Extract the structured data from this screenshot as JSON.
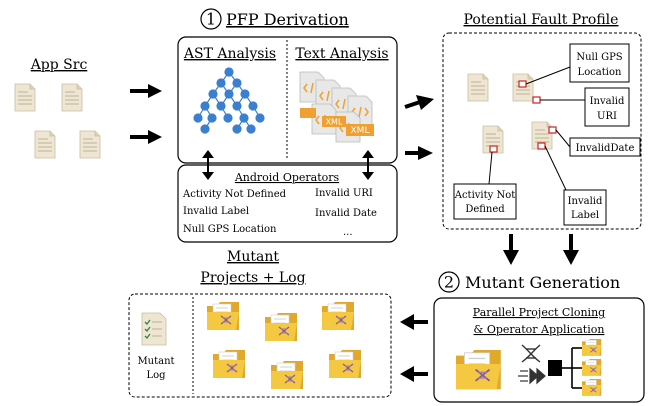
{
  "header": {
    "step1_number": "1",
    "step1_title": "PFP Derivation",
    "profile_title": "Potential Fault Profile",
    "app_src": "App Src"
  },
  "analysis": {
    "ast_label": "AST Analysis",
    "text_label": "Text Analysis",
    "xml_label": "XML"
  },
  "operators": {
    "title": "Android Operators",
    "items": [
      "Activity Not Defined",
      "Invalid URI",
      "Invalid Label",
      "Invalid Date",
      "Null GPS Location",
      "..."
    ]
  },
  "faults": {
    "null_gps": [
      "Null GPS",
      "Location"
    ],
    "invalid_uri": [
      "Invalid",
      "URI"
    ],
    "invalid_date": "InvalidDate",
    "activity_not_defined": [
      "Activity Not",
      "Defined"
    ],
    "invalid_label": [
      "Invalid",
      "Label"
    ]
  },
  "mutant_generation": {
    "step2_number": "2",
    "title": "Mutant Generation",
    "subtitle_line1": "Parallel Project Cloning",
    "subtitle_line2": "& Operator Application"
  },
  "mutants": {
    "title_line1": "Mutant",
    "title_line2": "Projects + Log",
    "log_line1": "Mutant",
    "log_line2": "Log"
  },
  "colors": {
    "node_blue": "#3b7fd0",
    "xml_orange": "#f0a030",
    "folder_yellow": "#f5c842",
    "doc_beige": "#eee6d2",
    "red_marker": "#cc2222"
  }
}
